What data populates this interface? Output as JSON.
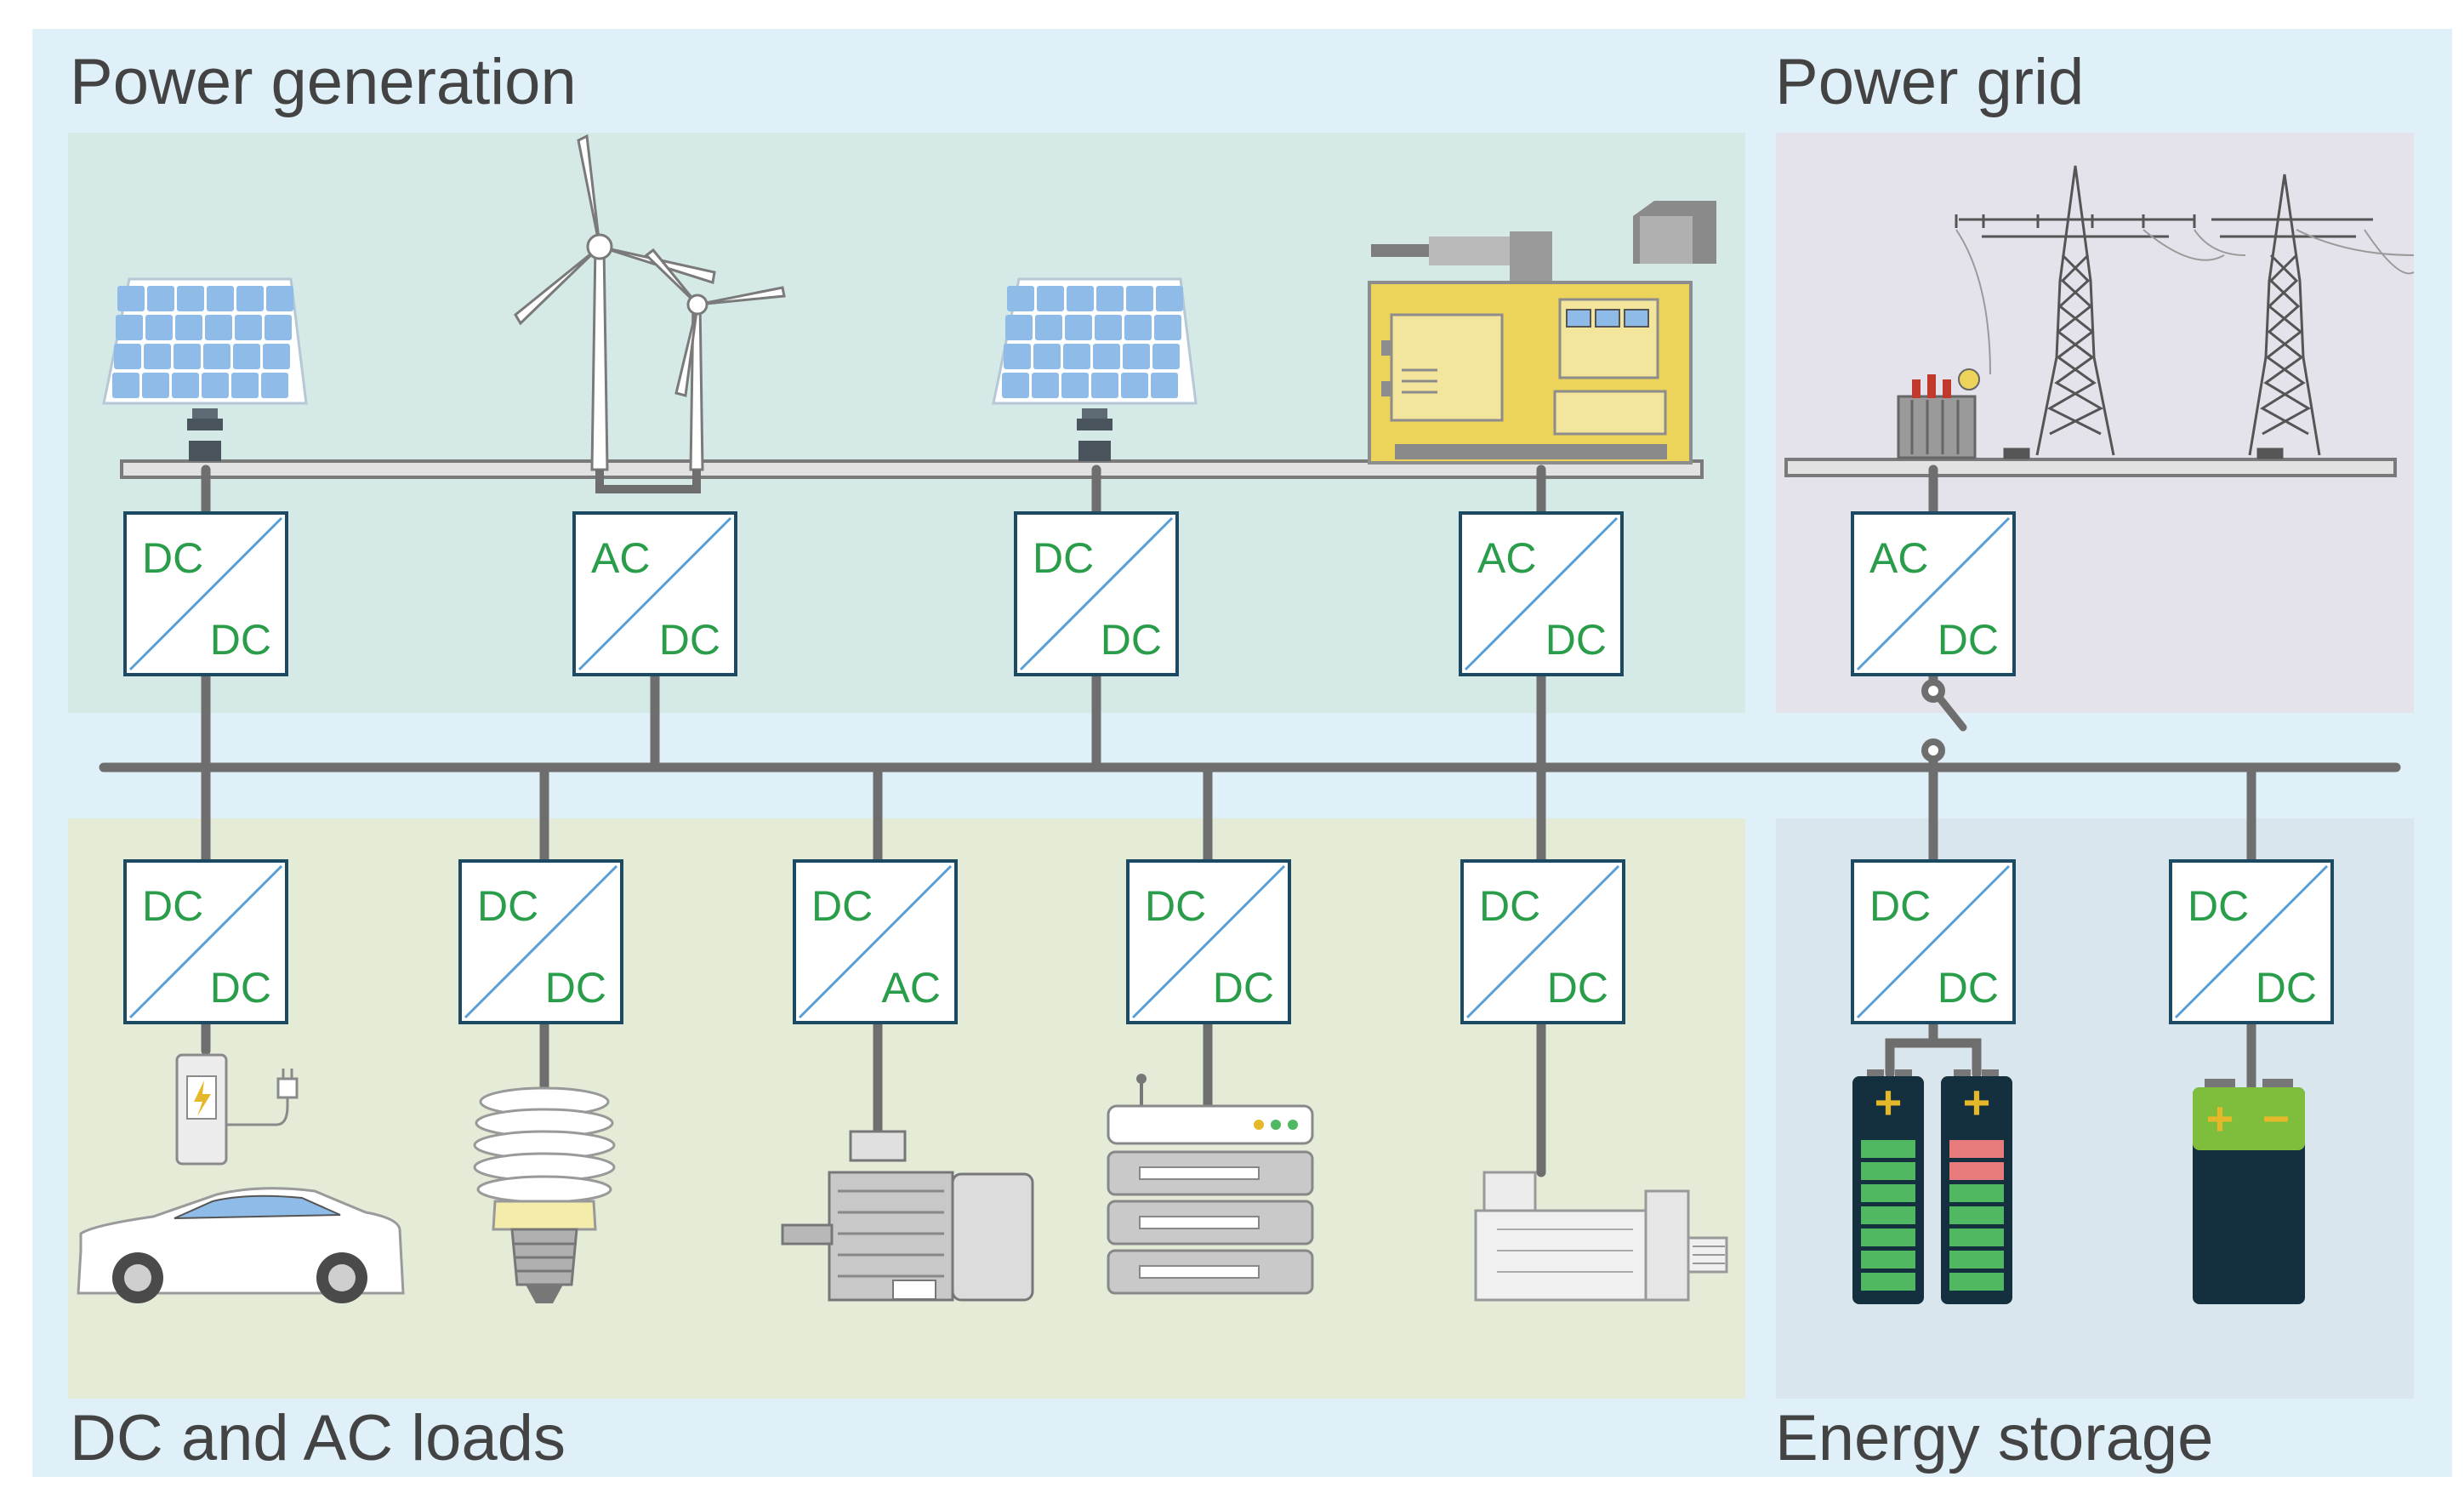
{
  "sections": {
    "generation": "Power generation",
    "grid": "Power grid",
    "loads": "DC and AC loads",
    "storage": "Energy storage"
  },
  "converters": [
    {
      "id": "pv1",
      "from": "DC",
      "to": "DC"
    },
    {
      "id": "wind",
      "from": "AC",
      "to": "DC"
    },
    {
      "id": "pv2",
      "from": "DC",
      "to": "DC"
    },
    {
      "id": "genset",
      "from": "AC",
      "to": "DC"
    },
    {
      "id": "grid",
      "from": "AC",
      "to": "DC"
    },
    {
      "id": "ev",
      "from": "DC",
      "to": "DC"
    },
    {
      "id": "lamp",
      "from": "DC",
      "to": "DC"
    },
    {
      "id": "motor",
      "from": "DC",
      "to": "AC"
    },
    {
      "id": "server",
      "from": "DC",
      "to": "DC"
    },
    {
      "id": "servo",
      "from": "DC",
      "to": "DC"
    },
    {
      "id": "battery1",
      "from": "DC",
      "to": "DC"
    },
    {
      "id": "battery2",
      "from": "DC",
      "to": "DC"
    }
  ],
  "battery_symbols": {
    "plus": "+",
    "minus": "−"
  },
  "colors": {
    "frame": "#dff0f9",
    "converter_text": "#2a9d4a",
    "converter_border": "#1c4a63",
    "generator": "#ecd45a",
    "solar_cell": "#8fbbe9",
    "battery_body": "#14303f",
    "battery_cell_ok": "#4fb861",
    "battery_cell_low": "#e77b7b"
  },
  "icons": [
    "solar-panel-icon",
    "wind-turbine-icon",
    "generator-icon",
    "transmission-tower-icon",
    "transformer-icon",
    "ev-charger-icon",
    "car-icon",
    "cfl-bulb-icon",
    "electric-motor-icon",
    "server-rack-icon",
    "servo-motor-icon",
    "battery-icon",
    "switch-icon"
  ]
}
